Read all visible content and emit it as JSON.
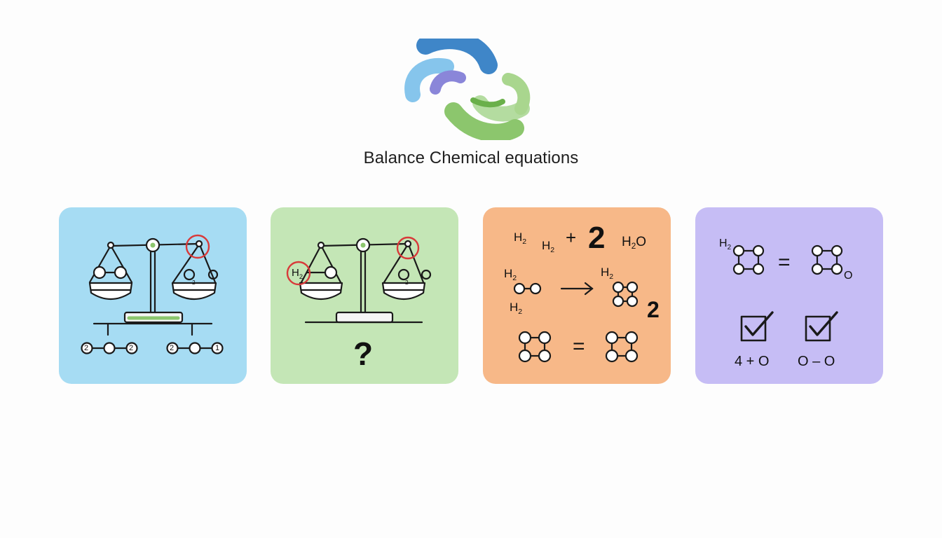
{
  "title": "Balance Chemical equations",
  "colors": {
    "card_blue": "#a6dcf3",
    "card_green": "#c4e6b6",
    "card_orange": "#f7b888",
    "card_purple": "#c6bdf5",
    "logo_blue": "#3f86c8",
    "logo_green": "#8cc66d",
    "logo_purple": "#8a86d9",
    "highlight_red": "#d83a3a"
  },
  "icons": {
    "logo": "swirl-logo-icon",
    "balance": "balance-scale-icon",
    "molecule": "molecule-icon",
    "arrow": "reaction-arrow-icon",
    "check": "checkbox-checked-icon"
  },
  "card1": {
    "pan_right": {
      "main": "O",
      "sub": "2"
    },
    "pan_right_extra": "O",
    "chain_left_a": "2",
    "chain_left_b": "2",
    "chain_right_a": "2",
    "chain_right_b": "1"
  },
  "card2": {
    "pan_left": {
      "main": "H",
      "sub": "2"
    },
    "pan_right": {
      "main": "O",
      "sub": "2"
    },
    "pan_right_extra": "O",
    "question": "?"
  },
  "card3": {
    "h2_a": {
      "main": "H",
      "sub": "2"
    },
    "h2_b": {
      "main": "H",
      "sub": "2"
    },
    "plus": "+",
    "big_coef": "2",
    "h2o": {
      "main": "H",
      "sub": "2",
      "tail": "O"
    },
    "h2_c": {
      "main": "H",
      "sub": "2"
    },
    "h2_d": {
      "main": "H",
      "sub": "2"
    },
    "h2_e": {
      "main": "H",
      "sub": "2"
    },
    "coef_right": "2",
    "equals": "="
  },
  "card4": {
    "h2": {
      "main": "H",
      "sub": "2"
    },
    "equals": "=",
    "o": "O",
    "left_caption": "4 + O",
    "right_caption": "O – O"
  }
}
